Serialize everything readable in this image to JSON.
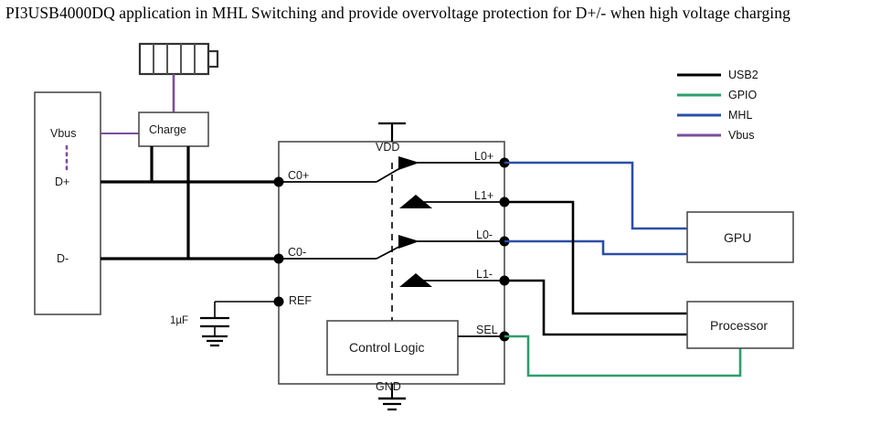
{
  "title": "PI3USB4000DQ application in MHL Switching and provide overvoltage protection for D+/- when high voltage charging",
  "colors": {
    "usb2": "#000000",
    "gpio": "#2e9e6b",
    "mhl": "#2a4fa8",
    "vbus": "#7b4ea0",
    "box_stroke": "#4d4d4d",
    "text": "#1a1a1a"
  },
  "legend": {
    "items": [
      {
        "label": "USB2",
        "color": "#000000"
      },
      {
        "label": "GPIO",
        "color": "#2e9e6b"
      },
      {
        "label": "MHL",
        "color": "#2a4fa8"
      },
      {
        "label": "Vbus",
        "color": "#7b4ea0"
      }
    ]
  },
  "connector": {
    "name": "usb-connector",
    "pins": [
      "Vbus",
      "D+",
      "D-"
    ]
  },
  "battery": {
    "name": "battery",
    "segments": 5
  },
  "charger": {
    "label": "Charge"
  },
  "capacitor": {
    "label": "1µF"
  },
  "ic": {
    "name": "PI3USB4000DQ",
    "left_pins": [
      "C0+",
      "C0-",
      "REF"
    ],
    "right_pins": [
      "L0+",
      "L1+",
      "L0-",
      "L1-",
      "SEL"
    ],
    "power_pin": "VDD",
    "ground_pin": "GND",
    "control_block": "Control Logic"
  },
  "blocks": [
    {
      "label": "GPU"
    },
    {
      "label": "Processor"
    }
  ]
}
